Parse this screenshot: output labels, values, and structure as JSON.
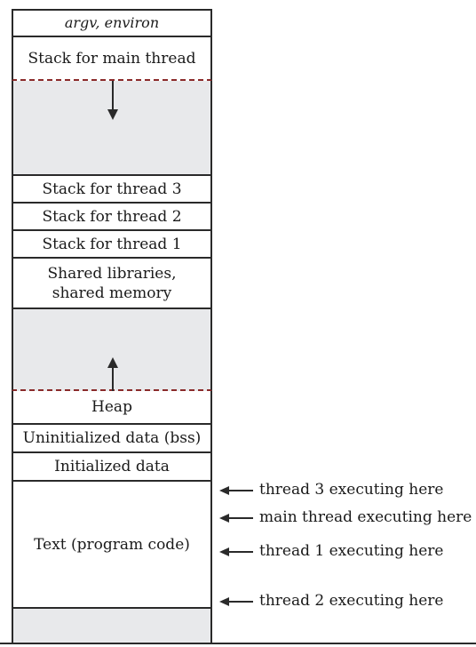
{
  "segments": {
    "argv": "argv, environ",
    "main_stack": "Stack for main thread",
    "thread3_stack": "Stack for thread 3",
    "thread2_stack": "Stack for thread 2",
    "thread1_stack": "Stack for thread 1",
    "shared_line1": "Shared libraries,",
    "shared_line2": "shared memory",
    "heap": "Heap",
    "bss": "Uninitialized data (bss)",
    "init_data": "Initialized data",
    "text": "Text (program code)"
  },
  "annotations": {
    "thread3": "thread 3 executing here",
    "main": "main thread executing here",
    "thread1": "thread 1 executing here",
    "thread2": "thread 2 executing here"
  },
  "colors": {
    "border": "#2a2a2a",
    "gap_fill": "#e8e9eb",
    "dash": "#8a2a2a"
  }
}
